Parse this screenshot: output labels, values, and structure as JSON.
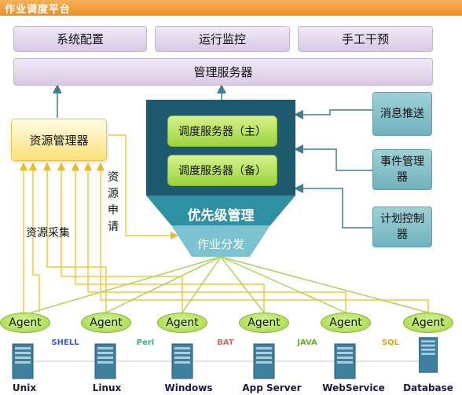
{
  "title": "作业调度平台",
  "top_row": [
    "系统配置",
    "运行监控",
    "手工干预"
  ],
  "manager_server": "管理服务器",
  "resource_manager": "资源管理器",
  "scheduler": {
    "primary": "调度服务器（主）",
    "backup": "调度服务器（备）",
    "priority": "优先级管理",
    "dispatch": "作业分发"
  },
  "right_boxes": {
    "message_push": "消息推送",
    "event_manager": "事件管理器",
    "plan_controller": "计划控制器"
  },
  "labels": {
    "resource_collection": "资源采集",
    "resource_request": "资源申请"
  },
  "agent_label": "Agent",
  "languages": [
    "SHELL",
    "Perl",
    "BAT",
    "JAVA",
    "SQL"
  ],
  "platforms": [
    "Unix",
    "Linux",
    "Windows",
    "App Server",
    "WebService",
    "Database"
  ],
  "colors": {
    "title_bar": "#ee8f22",
    "scheduler_bg": "#1d5a6e",
    "funnel": "#2f8fa3",
    "connector_yellow": "#f2c93a",
    "connector_green": "#a9d45a",
    "arrow_teal": "#3d7f8e",
    "shell": "#3b5bc7",
    "perl": "#3fae74",
    "bat": "#cf6a6a",
    "java": "#6fae2f",
    "sql": "#e0a21c"
  }
}
